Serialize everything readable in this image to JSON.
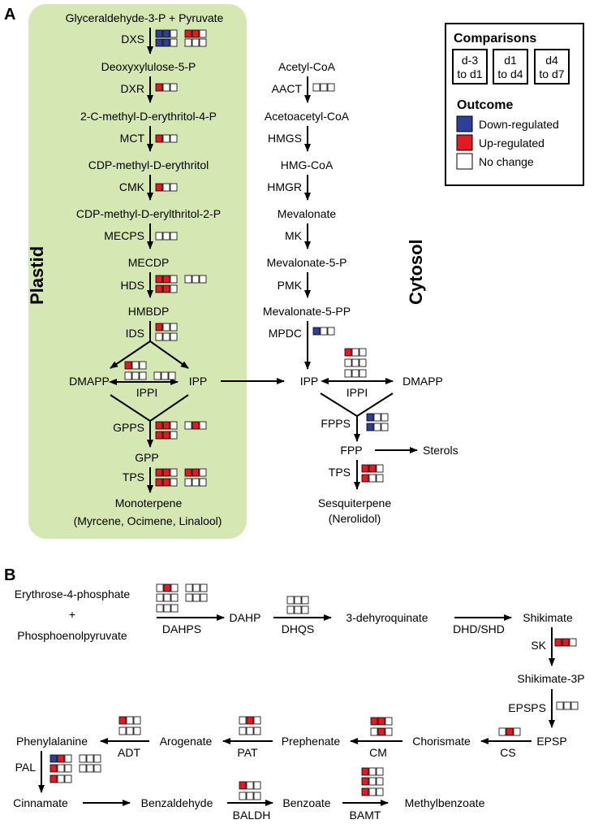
{
  "panels": {
    "a": "A",
    "b": "B"
  },
  "regions": {
    "plastid": "Plastid",
    "cytosol": "Cytosol"
  },
  "colors": {
    "down": "#2e3f99",
    "up": "#e01b24",
    "none": "#ffffff",
    "plastid_bg": "#d5e8b4"
  },
  "legend": {
    "comparisons_title": "Comparisons",
    "comparisons": [
      {
        "line1": "d-3",
        "line2": "to d1"
      },
      {
        "line1": "d1",
        "line2": "to d4"
      },
      {
        "line1": "d4",
        "line2": "to d7"
      }
    ],
    "outcome_title": "Outcome",
    "outcomes": [
      {
        "label": "Down-regulated",
        "state": "down"
      },
      {
        "label": "Up-regulated",
        "state": "up"
      },
      {
        "label": "No change",
        "state": "none"
      }
    ]
  },
  "plastid": {
    "metabolites": [
      "Glyceraldehyde-3-P + Pyruvate",
      "Deoxyxylulose-5-P",
      "2-C-methyl-D-erythritol-4-P",
      "CDP-methyl-D-erythritol",
      "CDP-methyl-D-erylthritol-2-P",
      "MECDP",
      "HMBDP",
      "DMAPP",
      "IPP",
      "GPP",
      "Monoterpene",
      "(Myrcene, Ocimene, Linalool)"
    ],
    "enzymes": [
      "DXS",
      "DXR",
      "MCT",
      "CMK",
      "MECPS",
      "HDS",
      "IDS",
      "IPPI",
      "GPPS",
      "TPS"
    ]
  },
  "cytosol": {
    "metabolites": [
      "Acetyl-CoA",
      "Acetoacetyl-CoA",
      "HMG-CoA",
      "Mevalonate",
      "Mevalonate-5-P",
      "Mevalonate-5-PP",
      "IPP",
      "DMAPP",
      "FPP",
      "Sterols",
      "Sesquiterpene",
      "(Nerolidol)"
    ],
    "enzymes": [
      "AACT",
      "HMGS",
      "HMGR",
      "MK",
      "PMK",
      "MPDC",
      "IPPI",
      "FPPS",
      "TPS"
    ]
  },
  "shikimate": {
    "metabolites": [
      "Erythrose-4-phosphate",
      "+",
      "Phosphoenolpyruvate",
      "DAHP",
      "3-dehyroquinate",
      "Shikimate",
      "Shikimate-3P",
      "EPSP",
      "Chorismate",
      "Prephenate",
      "Arogenate",
      "Phenylalanine",
      "Cinnamate",
      "Benzaldehyde",
      "Benzoate",
      "Methylbenzoate"
    ],
    "enzymes": [
      "DAHPS",
      "DHQS",
      "DHD/SHD",
      "SK",
      "EPSPS",
      "CS",
      "CM",
      "PAT",
      "ADT",
      "PAL",
      "BALDH",
      "BAMT"
    ]
  },
  "expression": {
    "DXS": [
      [
        "down",
        "down",
        "none"
      ],
      [
        "up",
        "up",
        "none"
      ],
      [
        "down",
        "down",
        "none"
      ],
      [
        "none",
        "none",
        "none"
      ]
    ],
    "DXR": [
      [
        "up",
        "none",
        "none"
      ]
    ],
    "MCT": [
      [
        "up",
        "none",
        "none"
      ]
    ],
    "CMK": [
      [
        "up",
        "none",
        "none"
      ]
    ],
    "MECPS": [
      [
        "none",
        "none",
        "none"
      ]
    ],
    "HDS": [
      [
        "up",
        "up",
        "none"
      ],
      [
        "none",
        "none",
        "none"
      ],
      [
        "up",
        "up",
        "none"
      ]
    ],
    "IDS": [
      [
        "up",
        "none",
        "none"
      ],
      [
        "none",
        "none",
        "none"
      ]
    ],
    "IPPI_plastid": [
      [
        "up",
        "none",
        "none"
      ],
      [
        "none",
        "none",
        "none"
      ],
      [
        "none",
        "none",
        "none"
      ]
    ],
    "GPPS": [
      [
        "up",
        "up",
        "none"
      ],
      [
        "none",
        "up",
        "none"
      ],
      [
        "up",
        "up",
        "none"
      ]
    ],
    "TPS_plastid": [
      [
        "up",
        "up",
        "none"
      ],
      [
        "up",
        "up",
        "none"
      ],
      [
        "up",
        "up",
        "none"
      ],
      [
        "none",
        "none",
        "none"
      ]
    ],
    "AACT": [
      [
        "none",
        "none",
        "none"
      ]
    ],
    "MPDC": [
      [
        "down",
        "none",
        "none"
      ]
    ],
    "IPPI_cytosol": [
      [
        "up",
        "none",
        "none"
      ],
      [
        "none",
        "none",
        "none"
      ],
      [
        "none",
        "none",
        "none"
      ]
    ],
    "FPPS": [
      [
        "down",
        "none",
        "none"
      ],
      [
        "down",
        "none",
        "none"
      ]
    ],
    "TPS_cytosol": [
      [
        "up",
        "up",
        "none"
      ],
      [
        "up",
        "none",
        "none"
      ]
    ],
    "DAHPS": [
      [
        "none",
        "up",
        "none"
      ],
      [
        "none",
        "none",
        "none"
      ],
      [
        "none",
        "none",
        "none"
      ],
      [
        "none",
        "none",
        "none"
      ],
      [
        "none",
        "none",
        "none"
      ]
    ],
    "DHQS": [
      [
        "none",
        "none",
        "none"
      ],
      [
        "none",
        "none",
        "none"
      ]
    ],
    "SK": [
      [
        "up",
        "up",
        "none"
      ]
    ],
    "EPSPS": [
      [
        "none",
        "none",
        "none"
      ]
    ],
    "CS": [
      [
        "none",
        "up",
        "none"
      ]
    ],
    "CM": [
      [
        "up",
        "up",
        "none"
      ],
      [
        "none",
        "up",
        "none"
      ]
    ],
    "PAT": [
      [
        "none",
        "up",
        "none"
      ],
      [
        "none",
        "none",
        "none"
      ]
    ],
    "ADT": [
      [
        "up",
        "none",
        "none"
      ],
      [
        "none",
        "none",
        "none"
      ]
    ],
    "PAL": [
      [
        "down",
        "up",
        "none"
      ],
      [
        "none",
        "none",
        "none"
      ],
      [
        "up",
        "none",
        "none"
      ],
      [
        "none",
        "none",
        "none"
      ],
      [
        "up",
        "none",
        "none"
      ]
    ],
    "BALDH": [
      [
        "up",
        "none",
        "none"
      ],
      [
        "none",
        "none",
        "none"
      ]
    ],
    "BAMT": [
      [
        "up",
        "none",
        "none"
      ],
      [
        "up",
        "none",
        "none"
      ],
      [
        "up",
        "none",
        "none"
      ]
    ]
  }
}
